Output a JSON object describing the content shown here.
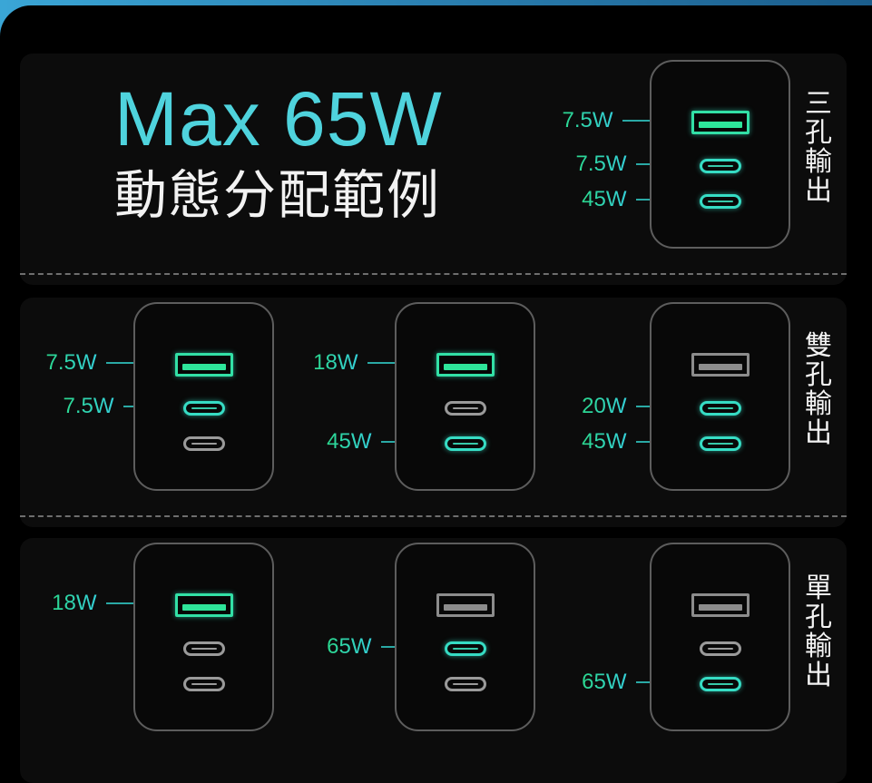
{
  "header": {
    "title": "Max 65W",
    "subtitle": "動態分配範例"
  },
  "colors": {
    "title": "#4fd3dd",
    "active_port": "#32e0a6",
    "inactive_port": "#8c8c8c",
    "panel_bg": "#0c0c0c",
    "top_accent": "#3aa6d6"
  },
  "sections": [
    {
      "label": "三孔輸出",
      "chargers": [
        {
          "ports": [
            {
              "type": "usb-a",
              "active": true,
              "watts": "7.5W"
            },
            {
              "type": "usb-c",
              "active": true,
              "watts": "7.5W"
            },
            {
              "type": "usb-c",
              "active": true,
              "watts": "45W"
            }
          ]
        }
      ]
    },
    {
      "label": "雙孔輸出",
      "chargers": [
        {
          "ports": [
            {
              "type": "usb-a",
              "active": true,
              "watts": "7.5W"
            },
            {
              "type": "usb-c",
              "active": true,
              "watts": "7.5W"
            },
            {
              "type": "usb-c",
              "active": false,
              "watts": null
            }
          ]
        },
        {
          "ports": [
            {
              "type": "usb-a",
              "active": true,
              "watts": "18W"
            },
            {
              "type": "usb-c",
              "active": false,
              "watts": null
            },
            {
              "type": "usb-c",
              "active": true,
              "watts": "45W"
            }
          ]
        },
        {
          "ports": [
            {
              "type": "usb-a",
              "active": false,
              "watts": null
            },
            {
              "type": "usb-c",
              "active": true,
              "watts": "20W"
            },
            {
              "type": "usb-c",
              "active": true,
              "watts": "45W"
            }
          ]
        }
      ]
    },
    {
      "label": "單孔輸出",
      "chargers": [
        {
          "ports": [
            {
              "type": "usb-a",
              "active": true,
              "watts": "18W"
            },
            {
              "type": "usb-c",
              "active": false,
              "watts": null
            },
            {
              "type": "usb-c",
              "active": false,
              "watts": null
            }
          ]
        },
        {
          "ports": [
            {
              "type": "usb-a",
              "active": false,
              "watts": null
            },
            {
              "type": "usb-c",
              "active": true,
              "watts": "65W"
            },
            {
              "type": "usb-c",
              "active": false,
              "watts": null
            }
          ]
        },
        {
          "ports": [
            {
              "type": "usb-a",
              "active": false,
              "watts": null
            },
            {
              "type": "usb-c",
              "active": false,
              "watts": null
            },
            {
              "type": "usb-c",
              "active": true,
              "watts": "65W"
            }
          ]
        }
      ]
    }
  ]
}
